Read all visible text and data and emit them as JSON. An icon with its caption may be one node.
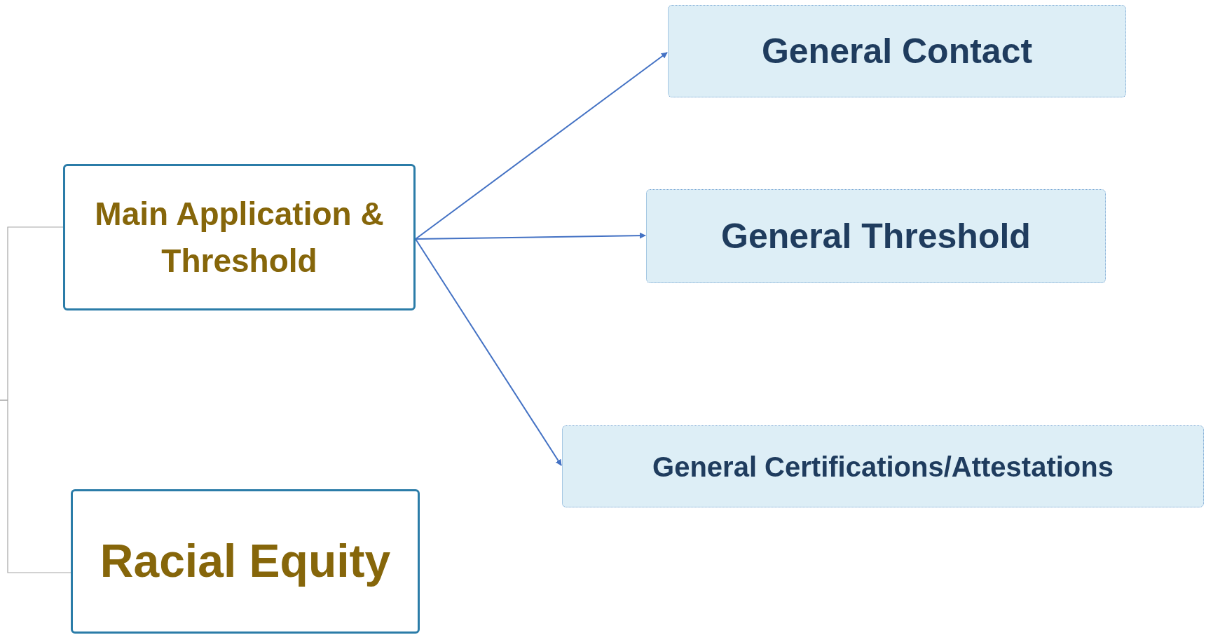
{
  "diagram": {
    "nodes": [
      {
        "text": [
          "Main Application & Threshold"
        ]
      },
      {
        "text": [
          "Racial Equity"
        ]
      },
      {
        "text": [
          "General Contact"
        ]
      },
      {
        "text": [
          "General Threshold"
        ]
      },
      {
        "text": [
          "General Certifications/Attestations"
        ]
      }
    ],
    "edges": [
      {
        "from": null,
        "to": 0,
        "arrow": "none",
        "color": "#a6a6a6"
      },
      {
        "from": null,
        "to": 1,
        "arrow": "none",
        "color": "#a6a6a6"
      },
      {
        "from": 0,
        "to": 2,
        "arrow": "to"
      },
      {
        "from": 0,
        "to": 3,
        "arrow": "to"
      },
      {
        "from": 0,
        "to": 4,
        "arrow": "to"
      }
    ]
  }
}
